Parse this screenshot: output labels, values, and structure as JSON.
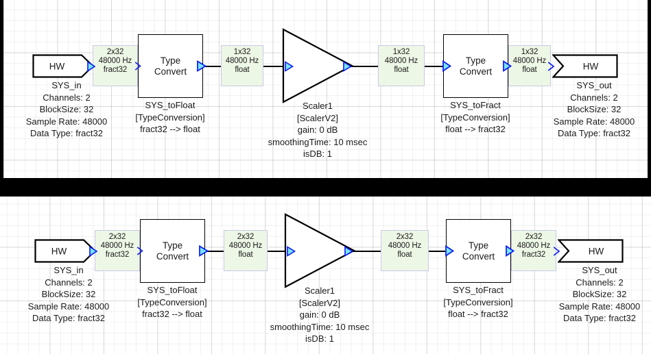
{
  "app": {
    "kind": "audio-signal-flow-diagram",
    "description": "Two audio DSP signal-flow graphs shown one above the other"
  },
  "colors": {
    "signal_label_fill": "#edf7e6",
    "signal_label_border": "#c8c8e8",
    "block_border": "#000000",
    "port_arrow_fill": "#66e0ff",
    "port_arrow_stroke": "#0000ff",
    "wire": "#000000",
    "canvas": "#ffffff",
    "divider": "#000000"
  },
  "diagrams": [
    {
      "id": "diagram-top",
      "nodes": {
        "sys_in": {
          "block_label": "HW",
          "name": "SYS_in",
          "props": [
            "Channels: 2",
            "BlockSize: 32",
            "Sample Rate: 48000",
            "Data Type: fract32"
          ]
        },
        "to_float": {
          "block_label_line1": "Type",
          "block_label_line2": "Convert",
          "name": "SYS_toFloat",
          "type": "[TypeConversion]",
          "conversion": "fract32 --> float"
        },
        "scaler": {
          "name": "Scaler1",
          "type": "[ScalerV2]",
          "props": [
            "gain: 0 dB",
            "smoothingTime: 10 msec",
            "isDB: 1"
          ]
        },
        "to_fract": {
          "block_label_line1": "Type",
          "block_label_line2": "Convert",
          "name": "SYS_toFract",
          "type": "[TypeConversion]",
          "conversion": "float --> fract32"
        },
        "sys_out": {
          "block_label": "HW",
          "name": "SYS_out",
          "props": [
            "Channels: 2",
            "BlockSize: 32",
            "Sample Rate: 48000",
            "Data Type: fract32"
          ]
        }
      },
      "signals": [
        {
          "id": "sig-1",
          "dims": "2x32",
          "rate": "48000 Hz",
          "type": "fract32"
        },
        {
          "id": "sig-2",
          "dims": "1x32",
          "rate": "48000 Hz",
          "type": "float"
        },
        {
          "id": "sig-3",
          "dims": "1x32",
          "rate": "48000 Hz",
          "type": "float"
        },
        {
          "id": "sig-4",
          "dims": "1x32",
          "rate": "48000 Hz",
          "type": "float"
        }
      ]
    },
    {
      "id": "diagram-bottom",
      "nodes": {
        "sys_in": {
          "block_label": "HW",
          "name": "SYS_in",
          "props": [
            "Channels: 2",
            "BlockSize: 32",
            "Sample Rate: 48000",
            "Data Type: fract32"
          ]
        },
        "to_float": {
          "block_label_line1": "Type",
          "block_label_line2": "Convert",
          "name": "SYS_toFloat",
          "type": "[TypeConversion]",
          "conversion": "fract32 --> float"
        },
        "scaler": {
          "name": "Scaler1",
          "type": "[ScalerV2]",
          "props": [
            "gain: 0 dB",
            "smoothingTime: 10 msec",
            "isDB: 1"
          ]
        },
        "to_fract": {
          "block_label_line1": "Type",
          "block_label_line2": "Convert",
          "name": "SYS_toFract",
          "type": "[TypeConversion]",
          "conversion": "float --> fract32"
        },
        "sys_out": {
          "block_label": "HW",
          "name": "SYS_out",
          "props": [
            "Channels: 2",
            "BlockSize: 32",
            "Sample Rate: 48000",
            "Data Type: fract32"
          ]
        }
      },
      "signals": [
        {
          "id": "sig-1",
          "dims": "2x32",
          "rate": "48000 Hz",
          "type": "fract32"
        },
        {
          "id": "sig-2",
          "dims": "2x32",
          "rate": "48000 Hz",
          "type": "float"
        },
        {
          "id": "sig-3",
          "dims": "2x32",
          "rate": "48000 Hz",
          "type": "float"
        },
        {
          "id": "sig-4",
          "dims": "2x32",
          "rate": "48000 Hz",
          "type": "fract32"
        }
      ]
    }
  ]
}
